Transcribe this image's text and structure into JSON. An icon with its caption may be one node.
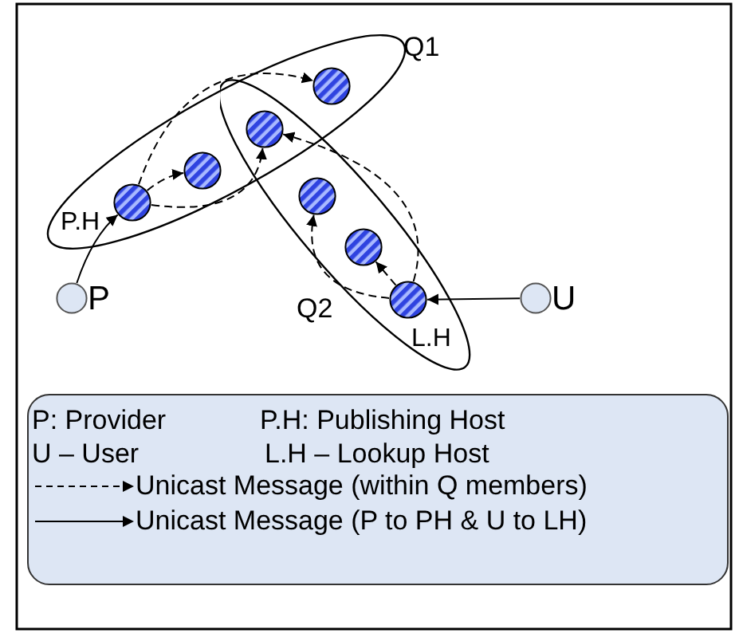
{
  "diagram": {
    "nodes": [
      {
        "text": [
          "Q1"
        ]
      },
      {
        "text": [
          "Q2"
        ]
      },
      {
        "text": [],
        "shape": "circle",
        "in": 0
      },
      {
        "text": [],
        "shape": "circle"
      },
      {
        "text": [],
        "shape": "circle",
        "in": 0
      },
      {
        "text": [],
        "shape": "circle",
        "in": 1
      },
      {
        "text": [],
        "shape": "circle",
        "in": 0,
        "beside": [
          "P.H"
        ]
      },
      {
        "text": [],
        "shape": "circle",
        "in": 1
      },
      {
        "text": [],
        "shape": "circle",
        "beside": [
          "P"
        ]
      },
      {
        "text": [],
        "shape": "circle",
        "beside": [
          "U"
        ]
      },
      {
        "text": [],
        "shape": "circle",
        "in": 1,
        "beside": [
          "L.H"
        ]
      }
    ],
    "edges": [
      {
        "from": 6,
        "to": 4,
        "arrow": "to",
        "style": "dashed"
      },
      {
        "from": 6,
        "to": 2,
        "arrow": "to",
        "style": "dashed"
      },
      {
        "from": 6,
        "to": 3,
        "arrow": "to",
        "style": "dashed"
      },
      {
        "from": 10,
        "to": 7,
        "arrow": "to",
        "style": "dashed"
      },
      {
        "from": 10,
        "to": 5,
        "arrow": "to",
        "style": "dashed"
      },
      {
        "from": 10,
        "to": 3,
        "arrow": "to",
        "style": "dashed"
      },
      {
        "from": 8,
        "to": 6,
        "arrow": "to"
      },
      {
        "from": 9,
        "to": 10,
        "arrow": "to"
      }
    ],
    "labels": [
      "P: Provider",
      "P.H: Publishing Host",
      "U – User",
      "L.H – Lookup Host"
    ],
    "legend": [
      {
        "text": "Unicast Message (within Q members)"
      },
      {
        "text": "Unicast Message (P to PH & U to LH)"
      }
    ]
  }
}
